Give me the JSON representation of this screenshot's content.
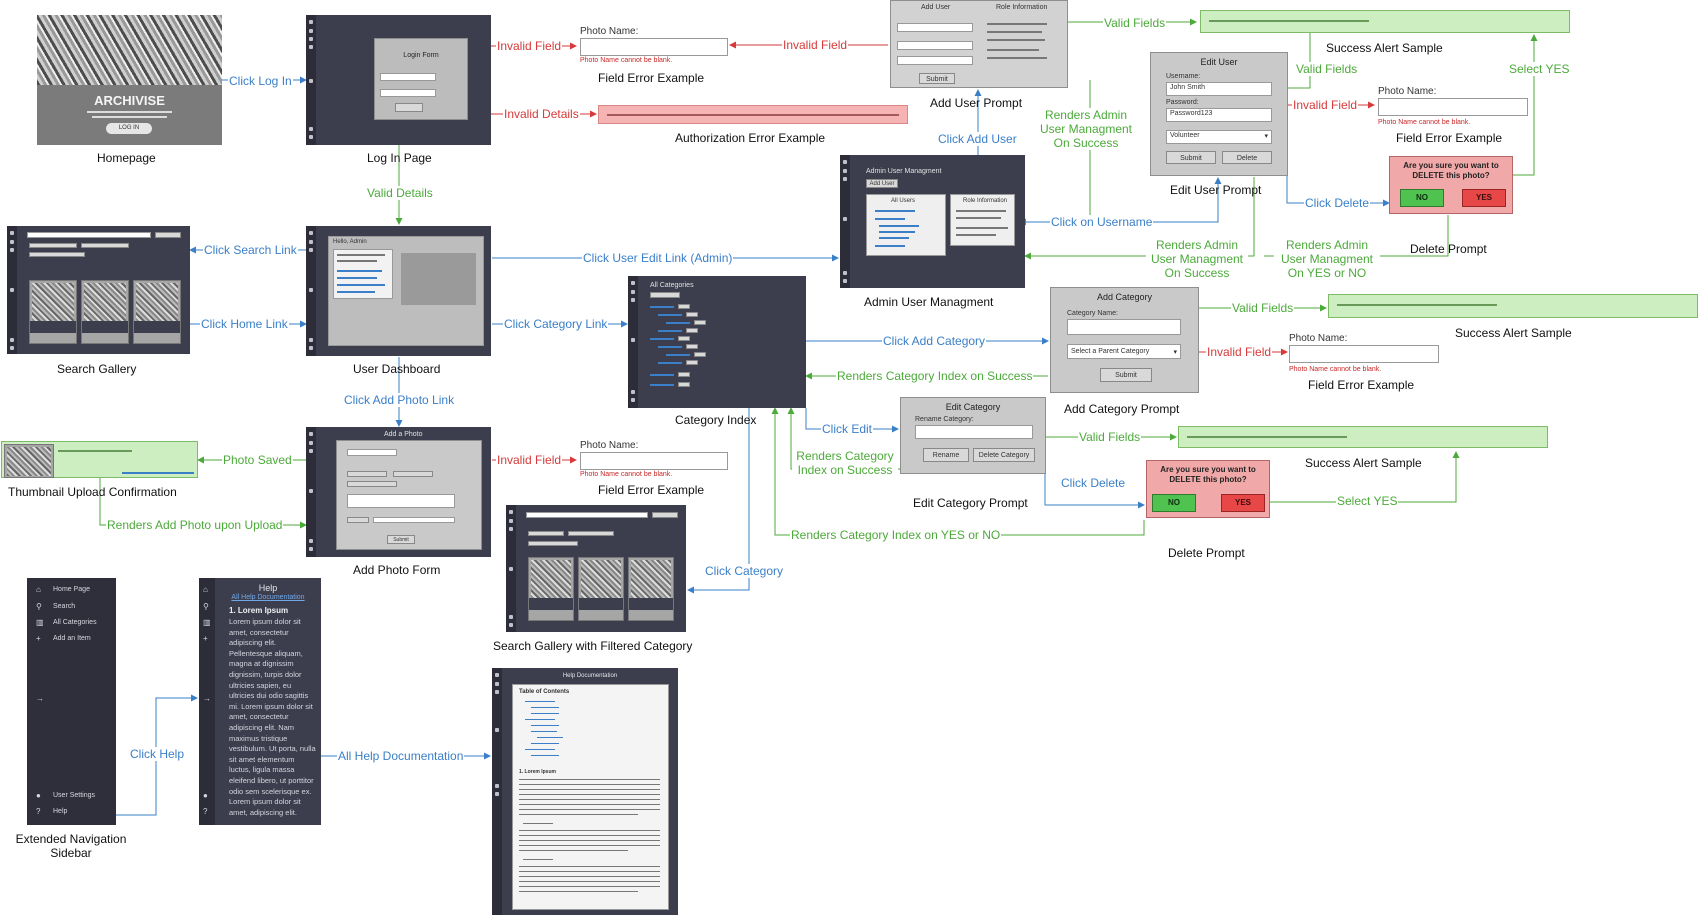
{
  "nodes": {
    "homepage": {
      "caption": "Homepage",
      "title": "ARCHIVISE",
      "button": "LOG IN"
    },
    "login": {
      "caption": "Log In Page",
      "form_title": "Login Form"
    },
    "auth_error": {
      "caption": "Authorization Error Example"
    },
    "field_error_1": {
      "caption": "Field Error Example",
      "label": "Photo Name:",
      "message": "Photo Name cannot be blank."
    },
    "add_user": {
      "caption": "Add User Prompt",
      "title": "Add User",
      "role_title": "Role Information",
      "submit": "Submit"
    },
    "admin_users": {
      "caption": "Admin User Managment",
      "title": "Admin User Managment",
      "add_btn": "Add User",
      "all_users": "All Users",
      "role_info": "Role Information"
    },
    "edit_user": {
      "caption": "Edit User Prompt",
      "title": "Edit User",
      "username_label": "Username:",
      "username_value": "John Smith",
      "password_label": "Password:",
      "password_value": "Password123",
      "role_value": "Volunteer",
      "submit": "Submit",
      "delete": "Delete"
    },
    "field_error_2": {
      "caption": "Field Error Example",
      "label": "Photo Name:",
      "message": "Photo Name cannot be blank."
    },
    "success_1": {
      "caption": "Success Alert Sample"
    },
    "delete_1": {
      "caption": "Delete Prompt",
      "question": "Are you sure you want to DELETE this photo?",
      "no": "NO",
      "yes": "YES"
    },
    "search": {
      "caption": "Search Gallery"
    },
    "dashboard": {
      "caption": "User Dashboard",
      "title": "Hello, Admin"
    },
    "category_index": {
      "caption": "Category Index",
      "title": "All Categories"
    },
    "add_category": {
      "caption": "Add Category Prompt",
      "title": "Add Category",
      "name_label": "Category Name:",
      "parent": "Select a Parent Category",
      "submit": "Submit"
    },
    "success_2": {
      "caption": "Success Alert Sample"
    },
    "field_error_3": {
      "caption": "Field Error Example",
      "label": "Photo Name:",
      "message": "Photo Name cannot be blank."
    },
    "edit_category": {
      "caption": "Edit Category Prompt",
      "title": "Edit Category",
      "rename_label": "Rename Category:",
      "rename": "Rename",
      "delete": "Delete Category"
    },
    "success_3": {
      "caption": "Success Alert Sample"
    },
    "delete_2": {
      "caption": "Delete Prompt",
      "question": "Are you sure you want to DELETE this photo?",
      "no": "NO",
      "yes": "YES"
    },
    "thumb_confirm": {
      "caption": "Thumbnail Upload Confirmation"
    },
    "add_photo": {
      "caption": "Add Photo Form",
      "title": "Add a Photo",
      "submit": "Submit"
    },
    "field_error_4": {
      "caption": "Field Error Example",
      "label": "Photo Name:",
      "message": "Photo Name cannot be blank."
    },
    "search_filtered": {
      "caption": "Search Gallery with Filtered Category"
    },
    "nav_sidebar": {
      "caption": "Extended Navigation Sidebar",
      "items": [
        "Home Page",
        "Search",
        "All Categories",
        "Add an Item"
      ],
      "bottom_items": [
        "User Settings",
        "Help"
      ]
    },
    "help": {
      "title": "Help",
      "link": "All Help Documentation",
      "heading": "1. Lorem Ipsum",
      "body": "Lorem ipsum dolor sit amet, consectetur adipiscing elit. Pellentesque aliquam, magna at dignissim dignissim, turpis dolor ultricies sapien, eu ultricies dui odio sagittis mi. Lorem ipsum dolor sit amet, consectetur adipiscing elit. Nam maximus tristique vestibulum. Ut porta, nulla sit amet elementum luctus, ligula massa eleifend libero, ut porttitor odio sem scelerisque ex. Lorem ipsum dolor sit amet, adipiscing elit."
    },
    "help_doc": {
      "title": "Help Documentation",
      "toc": "Table of Contents",
      "heading": "1. Lorem Ipsum"
    }
  },
  "edges": {
    "click_log_in": "Click Log In",
    "invalid_field_1": "Invalid Field",
    "invalid_field_2": "Invalid Field",
    "invalid_details": "Invalid Details",
    "valid_details": "Valid Details",
    "valid_fields_1": "Valid Fields",
    "renders_admin_1": "Renders Admin User Managment On Success",
    "click_add_user": "Click Add User",
    "valid_fields_2": "Valid Fields",
    "invalid_field_3": "Invalid Field",
    "select_yes_1": "Select YES",
    "click_delete_1": "Click Delete",
    "click_on_username": "Click on Username",
    "renders_admin_2": "Renders Admin User Managment On Success",
    "renders_admin_3": "Renders Admin User Managment On YES or NO",
    "click_search_link": "Click Search Link",
    "click_user_edit": "Click User Edit Link (Admin)",
    "click_home_link": "Click Home Link",
    "click_category_link": "Click Category Link",
    "click_add_category": "Click Add Category",
    "valid_fields_3": "Valid Fields",
    "invalid_field_4": "Invalid Field",
    "renders_cat_success": "Renders Category Index on Success",
    "click_add_photo": "Click Add Photo Link",
    "click_edit": "Click Edit",
    "valid_fields_4": "Valid Fields",
    "renders_cat_success_2": "Renders Category Index on Success",
    "click_delete_2": "Click Delete",
    "select_yes_2": "Select YES",
    "photo_saved": "Photo Saved",
    "invalid_field_5": "Invalid Field",
    "renders_add_photo": "Renders Add Photo upon Upload",
    "renders_cat_yesno": "Renders Category Index on YES or NO",
    "click_category": "Click Category",
    "click_help": "Click Help",
    "all_help_doc": "All Help Documentation"
  },
  "colors": {
    "blue": "#3a7fc8",
    "green": "#4caa3a",
    "red": "#d63a3a",
    "dark": "#3d3e4d"
  }
}
